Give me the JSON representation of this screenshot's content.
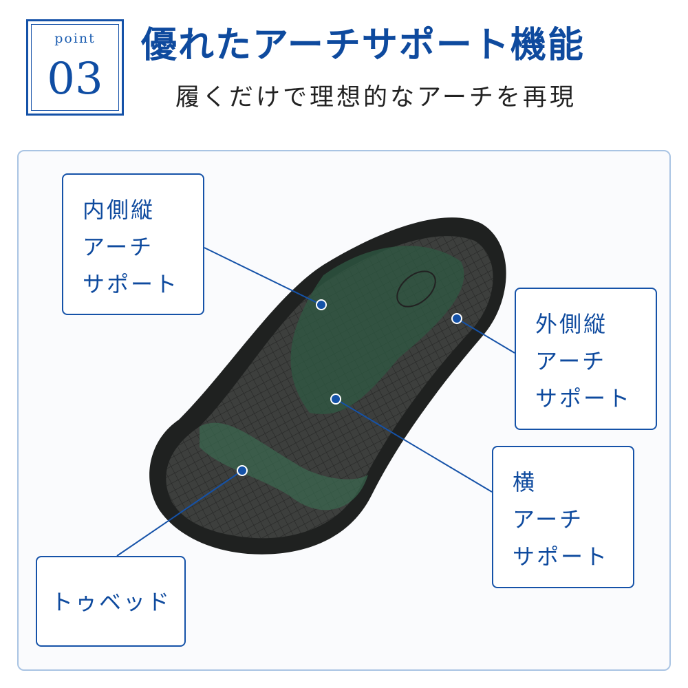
{
  "badge": {
    "label": "point",
    "number": "03"
  },
  "header": {
    "title": "優れたアーチサポート機能",
    "subtitle": "履くだけで理想的なアーチを再現"
  },
  "callouts": {
    "medial": {
      "lines": [
        "内側縦",
        "アーチ",
        "サポート"
      ]
    },
    "lateral": {
      "lines": [
        "外側縦",
        "アーチ",
        "サポート"
      ]
    },
    "transverse": {
      "lines": [
        "横",
        "アーチ",
        "サポート"
      ]
    },
    "toebed": {
      "lines": [
        "トゥベッド"
      ]
    }
  },
  "colors": {
    "accent": "#1552a8",
    "panel_border": "#a9c4e3",
    "sole": "#2a2c2b",
    "support": "#2f5a43"
  }
}
